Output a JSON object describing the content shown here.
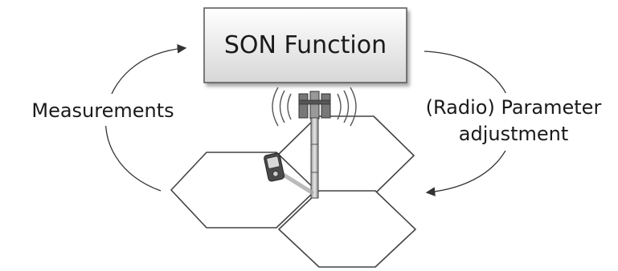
{
  "diagram": {
    "function_box": {
      "label": "SON Function"
    },
    "left_label": "Measurements",
    "right_label": {
      "line1": "(Radio) Parameter",
      "line2": "adjustment"
    },
    "icons": {
      "base_station": "cell-tower-icon",
      "mobile_device": "mobile-phone-icon",
      "cells": "hexagon-cell-icon"
    },
    "colors": {
      "box_fill_top": "#ffffff",
      "box_fill_bottom": "#d9d9d9",
      "stroke": "#444444",
      "arrow": "#333333"
    }
  }
}
